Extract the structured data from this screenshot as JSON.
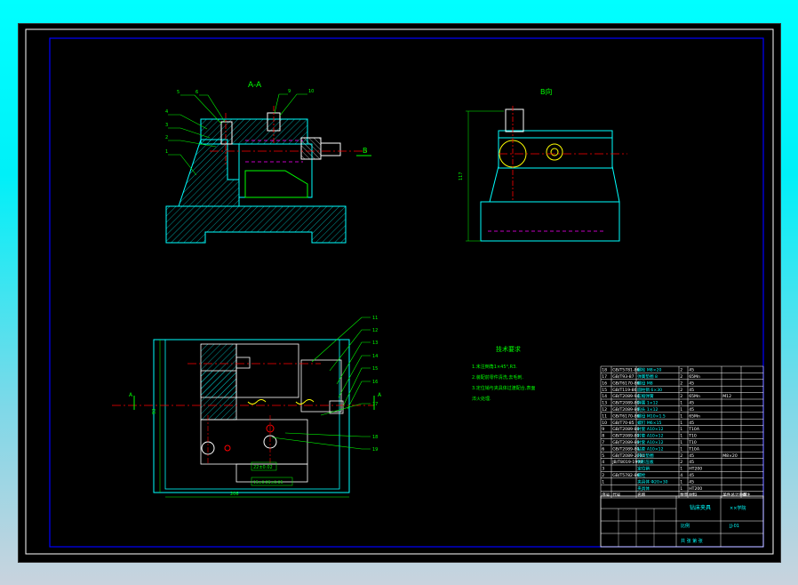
{
  "drawing": {
    "view_section_label": "A-A",
    "view_b_label": "B向",
    "section_arrow_label": "B",
    "cut_marker_left": "A",
    "cut_marker_right": "A",
    "dim_overall_height": "117",
    "dim_left_height": "93",
    "dim_width": "206",
    "dim_tol_1": "22±0.02",
    "dim_tol_2": "15±0.05±0.05",
    "leader_numbers_top": [
      "5",
      "6",
      "4",
      "3",
      "2",
      "1",
      "9",
      "10"
    ],
    "leader_numbers_right": [
      "11",
      "12",
      "13",
      "14",
      "15",
      "16",
      "17",
      "18",
      "19"
    ],
    "tech_req_title": "技术要求",
    "tech_req_lines": [
      "1.未注倒角1×45°,R3.",
      "2.装配前零件清洗,去毛刺.",
      "3.定位销与夹具体过渡配合,表面",
      "  淬火处理."
    ]
  },
  "bom": {
    "rows": [
      {
        "no": "18",
        "code": "GB/T5781-86",
        "name": "螺栓 M8×20",
        "qty": "2",
        "mat": "45",
        "note": ""
      },
      {
        "no": "17",
        "code": "GB/T93-87",
        "name": "弹簧垫圈 8",
        "qty": "2",
        "mat": "65Mn",
        "note": ""
      },
      {
        "no": "16",
        "code": "GB/T6170-86",
        "name": "螺母 M8",
        "qty": "2",
        "mat": "45",
        "note": ""
      },
      {
        "no": "15",
        "code": "GB/T119-86",
        "name": "圆柱销 6×30",
        "qty": "2",
        "mat": "45",
        "note": ""
      },
      {
        "no": "14",
        "code": "GB/T2089-94",
        "name": "压缩弹簧",
        "qty": "2",
        "mat": "65Mn",
        "note": "M12"
      },
      {
        "no": "13",
        "code": "GB/T2089-80",
        "name": "弹簧 1×12",
        "qty": "1",
        "mat": "45",
        "note": ""
      },
      {
        "no": "12",
        "code": "GB/T2089-80",
        "name": "钩头 1×12",
        "qty": "1",
        "mat": "45",
        "note": ""
      },
      {
        "no": "11",
        "code": "GB/T6170-86",
        "name": "螺母 M10×1.5",
        "qty": "1",
        "mat": "65Mn",
        "note": ""
      },
      {
        "no": "10",
        "code": "GB/T70-85",
        "name": "螺钉 M6×15",
        "qty": "1",
        "mat": "45",
        "note": ""
      },
      {
        "no": "9",
        "code": "GB/T2089-80",
        "name": "衬套 A10×12",
        "qty": "1",
        "mat": "T10A",
        "note": ""
      },
      {
        "no": "8",
        "code": "GB/T2089-80",
        "name": "衬套 A10×12",
        "qty": "1",
        "mat": "T10",
        "note": ""
      },
      {
        "no": "7",
        "code": "GB/T2089-80",
        "name": "衬套 A10×12",
        "qty": "1",
        "mat": "T10",
        "note": ""
      },
      {
        "no": "6",
        "code": "GB/T2089-80",
        "name": "钻套 A10×12",
        "qty": "1",
        "mat": "T10A",
        "note": ""
      },
      {
        "no": "5",
        "code": "GB/T2089-2000",
        "name": "开口垫圈",
        "qty": "2",
        "mat": "45",
        "note": "M8×20"
      },
      {
        "no": "4",
        "code": "JB/T8019-1999",
        "name": "钩形压板",
        "qty": "2",
        "mat": "45",
        "note": ""
      },
      {
        "no": "3",
        "code": "",
        "name": "定位销",
        "qty": "1",
        "mat": "HT200",
        "note": ""
      },
      {
        "no": "2",
        "code": "GB/T5782-86",
        "name": "螺栓",
        "qty": "4",
        "mat": "45",
        "note": ""
      },
      {
        "no": "1",
        "code": "",
        "name": "夹具体 Φ20×30",
        "qty": "1",
        "mat": "45",
        "note": ""
      },
      {
        "no": "",
        "code": "",
        "name": "夹具体",
        "qty": "1",
        "mat": "HT200",
        "note": ""
      }
    ],
    "header": {
      "no": "序号",
      "code": "代号",
      "name": "名称",
      "qty": "数量",
      "mat": "材料",
      "note": "单件总计重量",
      "extra": "备注"
    }
  },
  "title_block": {
    "drawing_title": "钻床夹具",
    "company": "××学院",
    "scale_label": "比例",
    "sheet_label": "共 张 第 张",
    "code": "JJ-01"
  }
}
